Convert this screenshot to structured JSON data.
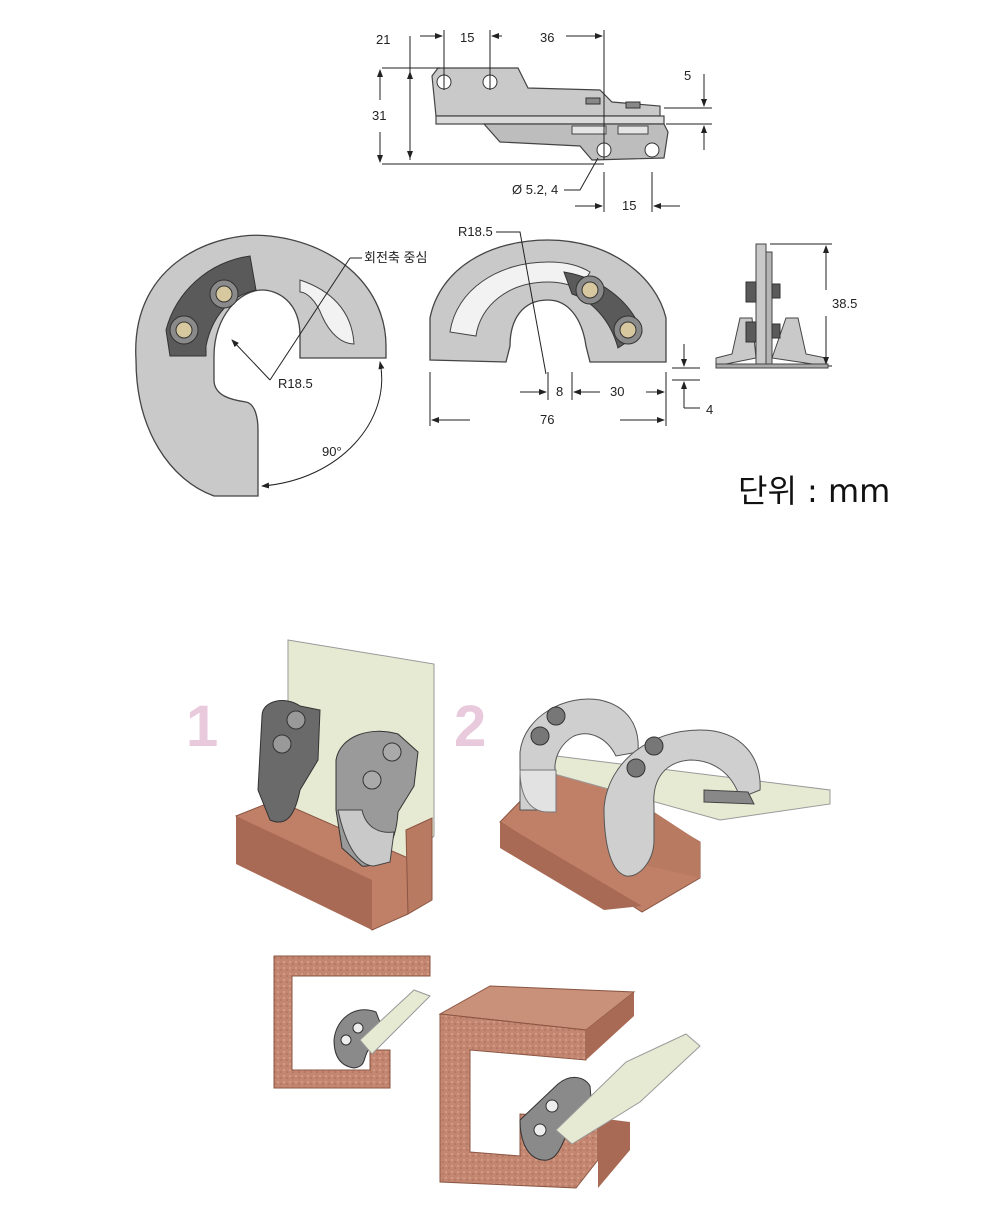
{
  "dimensions": {
    "d21": "21",
    "d15_top": "15",
    "d36": "36",
    "d5": "5",
    "d31": "31",
    "d_hole": "Ø 5.2, 4",
    "d15_bottom": "15",
    "r_center": "R18.5",
    "r_left": "R18.5",
    "angle": "90°",
    "d8": "8",
    "d30": "30",
    "d76": "76",
    "d4": "4",
    "d38_5": "38.5"
  },
  "labels": {
    "rotation_center": "회전축 중심",
    "unit": "단위 : mm",
    "step1": "1",
    "step2": "2"
  },
  "colors": {
    "metal": "#c9c9c9",
    "metal_dark": "#9a9a9a",
    "wood": "#b97a62",
    "wood_light": "#d39c86",
    "panel": "#e7ead2",
    "outline": "#444444"
  }
}
